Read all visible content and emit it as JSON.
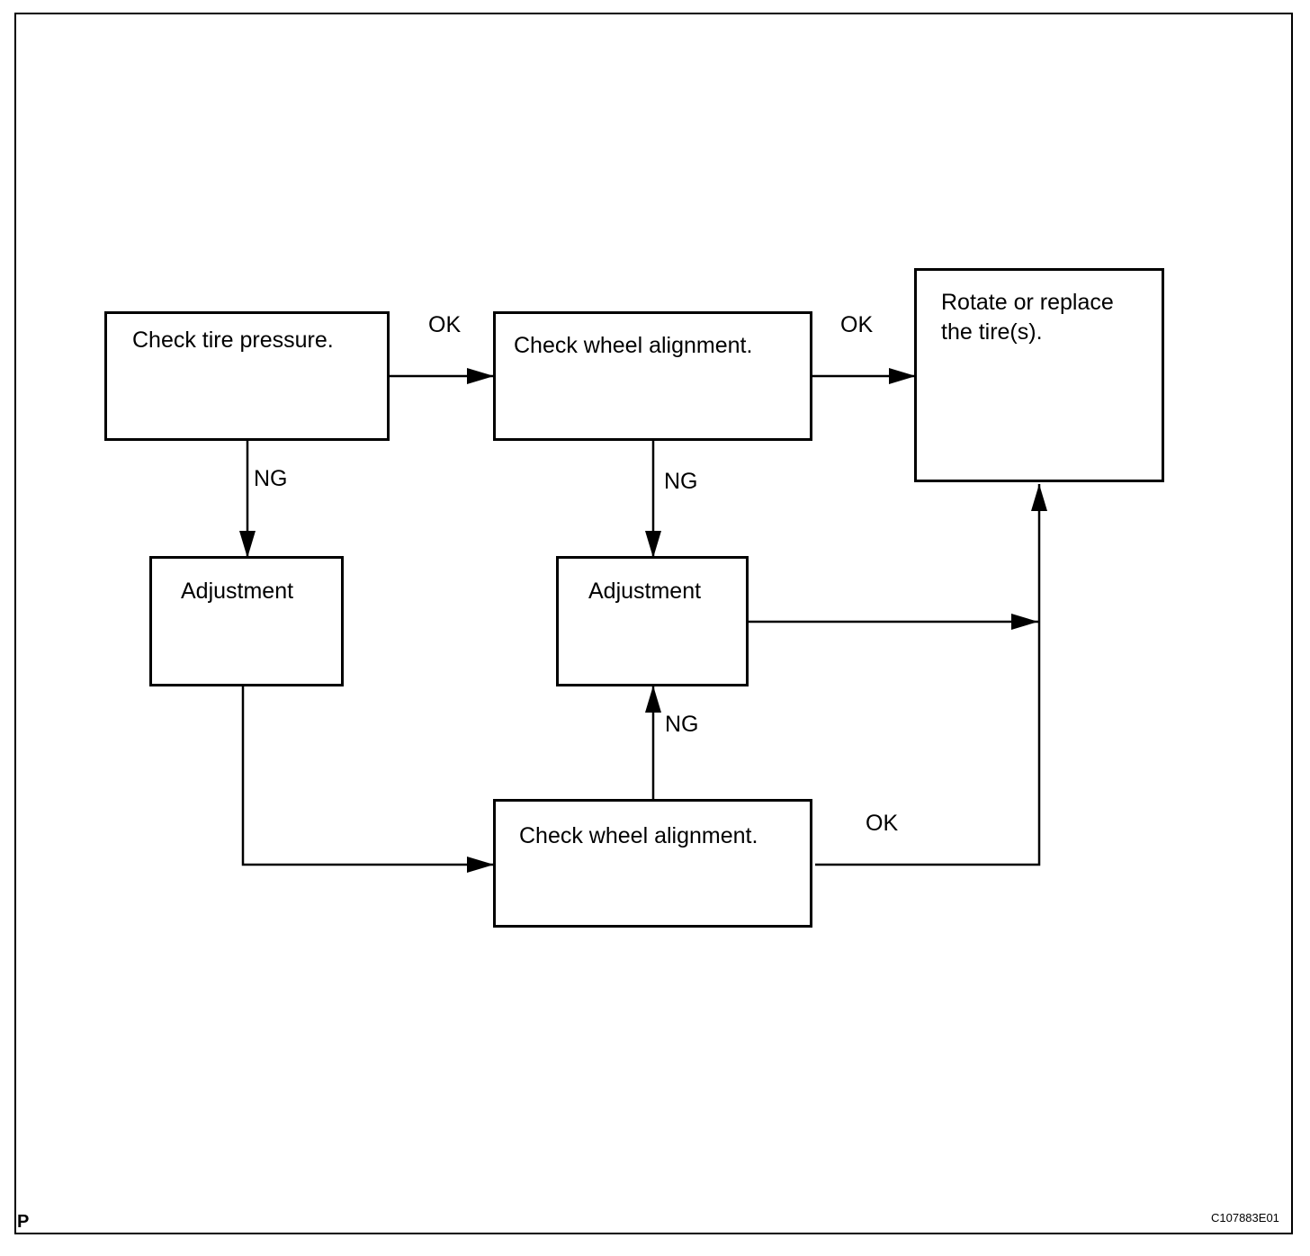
{
  "boxes": {
    "check_tire_pressure": "Check tire pressure.",
    "check_wheel_alignment_top": "Check wheel alignment.",
    "rotate_replace": "Rotate or replace\nthe tire(s).",
    "adjustment_left": "Adjustment",
    "adjustment_mid": "Adjustment",
    "check_wheel_alignment_bottom": "Check wheel alignment."
  },
  "labels": {
    "ok_1": "OK",
    "ok_2": "OK",
    "ok_3": "OK",
    "ng_1": "NG",
    "ng_2": "NG",
    "ng_3": "NG"
  },
  "corner": {
    "left_mark": "P",
    "figure_code": "C107883E01"
  }
}
